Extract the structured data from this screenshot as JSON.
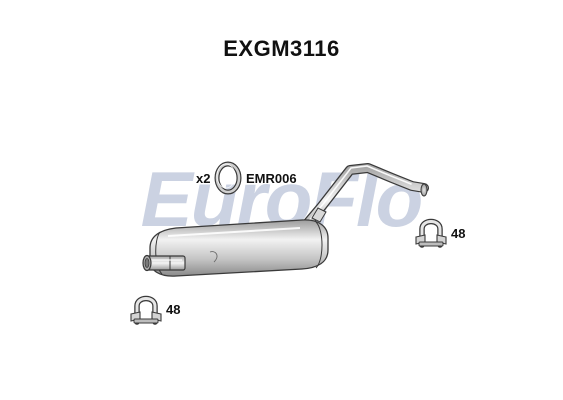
{
  "title": "EXGM3116",
  "watermark": "EuroFlo",
  "colors": {
    "watermark": "#c3cbdd",
    "outline": "#3a3a3a",
    "metal_light": "#f4f4f4",
    "metal_mid": "#bdbdbd",
    "metal_dark": "#7a7a7a"
  },
  "gasket": {
    "quantity": "x2",
    "code": "EMR006",
    "icon": "ring-gasket-icon"
  },
  "clamps": [
    {
      "label": "48",
      "icon": "u-bolt-clamp-icon"
    },
    {
      "label": "48",
      "icon": "u-bolt-clamp-icon"
    }
  ],
  "part": {
    "icon": "rear-silencer-icon"
  }
}
